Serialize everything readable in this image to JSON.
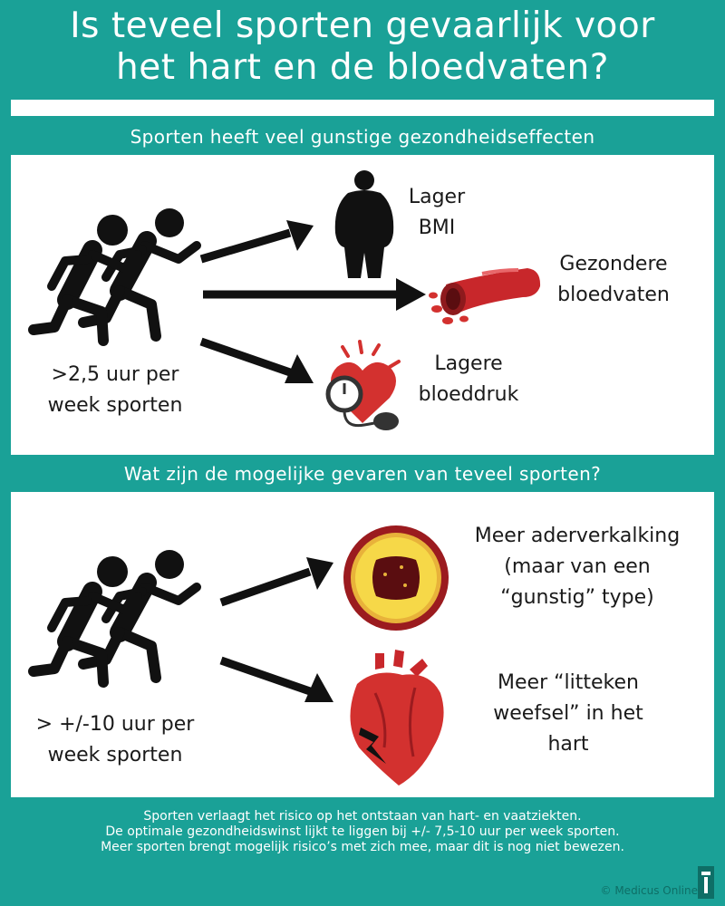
{
  "title": {
    "line1": "Is teveel sporten gevaarlijk voor",
    "line2": "het hart en de bloedvaten?"
  },
  "section1": {
    "heading": "Sporten heeft veel gunstige gezondheidseffecten",
    "runner_label": {
      "line1": ">2,5 uur per",
      "line2": "week sporten"
    },
    "effects": [
      {
        "line1": "Lager",
        "line2": "BMI",
        "icon": "obese-person-icon"
      },
      {
        "line1": "Gezondere",
        "line2": "bloedvaten",
        "icon": "blood-vessel-icon"
      },
      {
        "line1": "Lagere",
        "line2": "bloeddruk",
        "icon": "blood-pressure-heart-icon"
      }
    ]
  },
  "section2": {
    "heading": "Wat zijn de mogelijke gevaren van teveel sporten?",
    "runner_label": {
      "line1": "> +/-10 uur per",
      "line2": "week sporten"
    },
    "effects": [
      {
        "line1": "Meer aderverkalking",
        "line2": "(maar van een",
        "line3": "“gunstig” type)",
        "icon": "atherosclerosis-artery-icon"
      },
      {
        "line1": "Meer “litteken",
        "line2": "weefsel” in het",
        "line3": "hart",
        "icon": "damaged-heart-icon"
      }
    ]
  },
  "footer": {
    "line1": "Sporten verlaagt het risico op het ontstaan van hart- en vaatziekten.",
    "line2": "De optimale gezondheidswinst lijkt te liggen bij +/- 7,5-10 uur per week sporten.",
    "line3": "Meer sporten brengt mogelijk risico’s met zich mee, maar dit is nog niet bewezen."
  },
  "copyright": "© Medicus Online",
  "colors": {
    "background": "#1aa197",
    "panel": "#ffffff",
    "accent_red": "#d3312f",
    "dark": "#111111"
  }
}
